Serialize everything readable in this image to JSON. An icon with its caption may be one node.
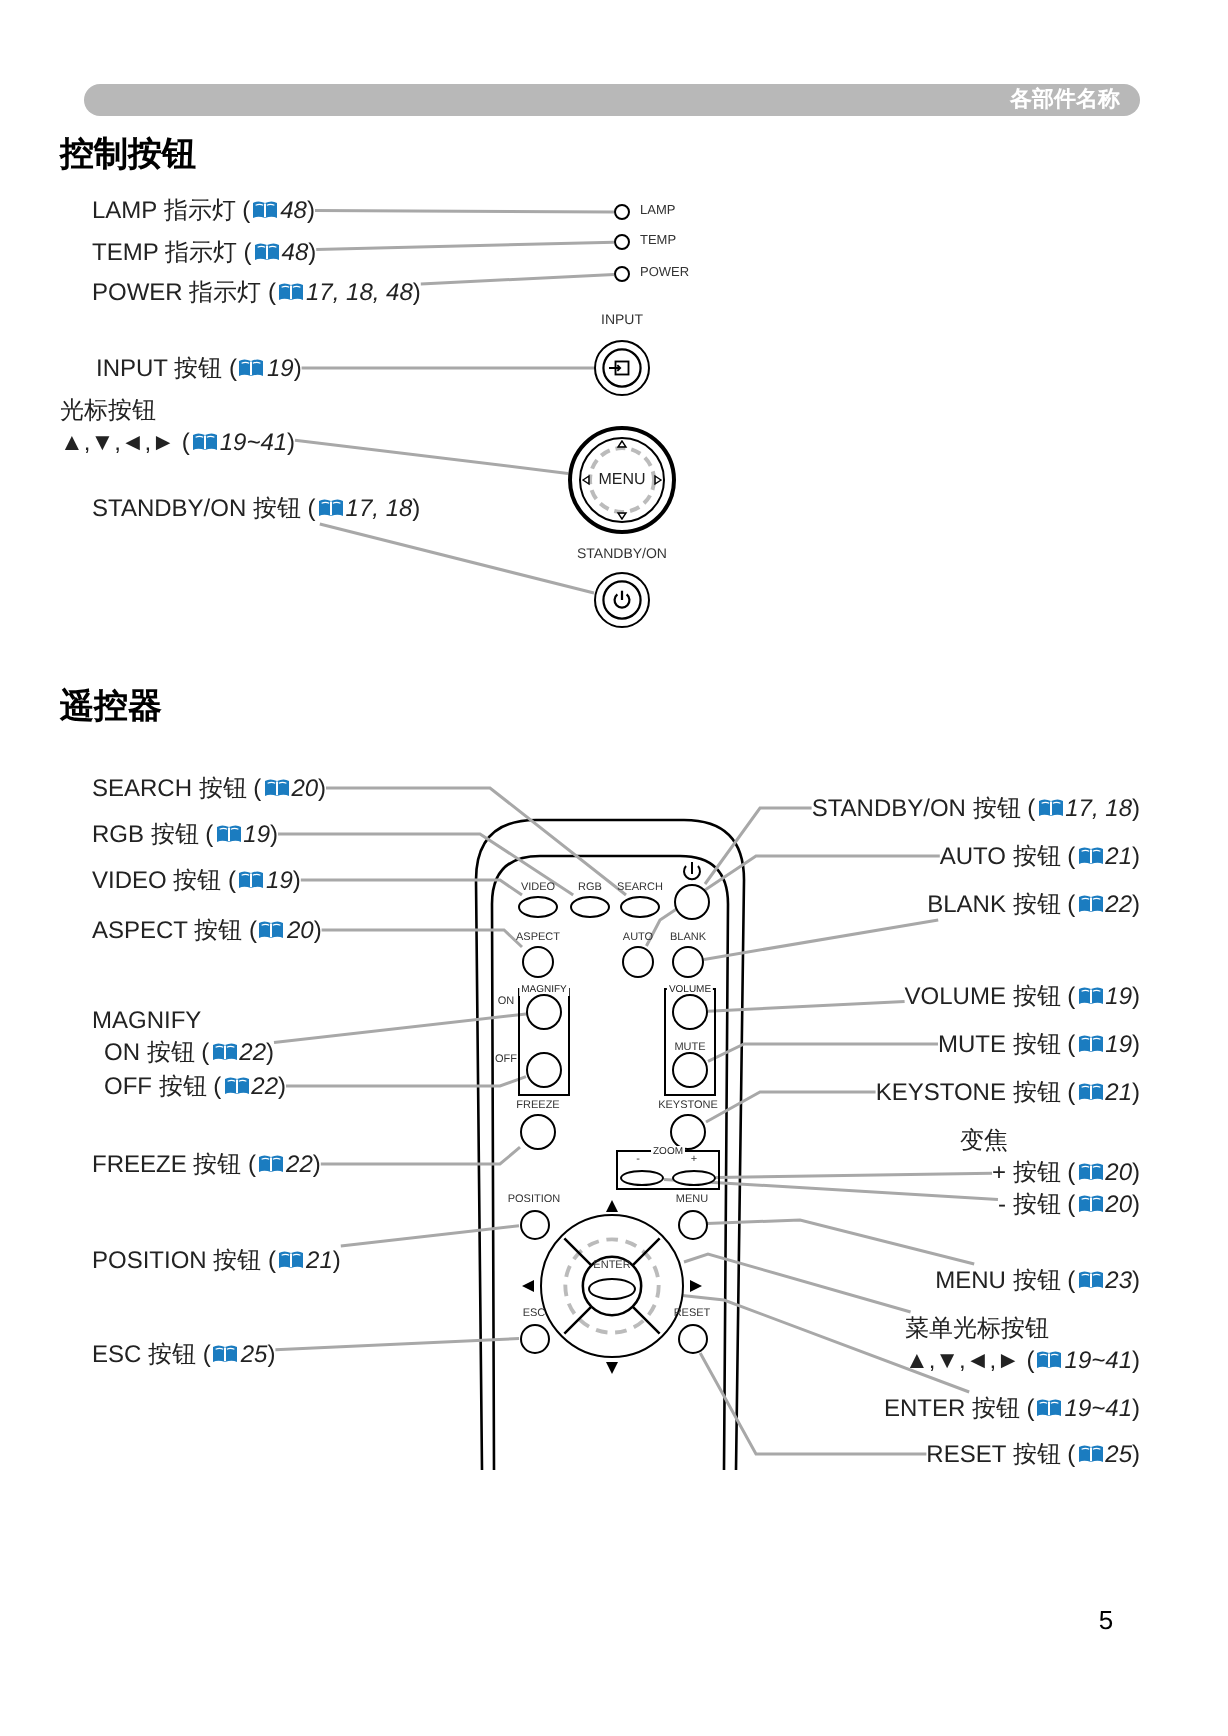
{
  "diagram": {
    "nodes": [
      {
        "text": [
          "LAMP 指示灯 (*48*)"
        ]
      },
      {
        "text": [
          "TEMP 指示灯 (*48*)"
        ]
      },
      {
        "text": [
          "POWER 指示灯 (*17, 18, 48*)"
        ]
      },
      {
        "text": [
          "INPUT 按钮 (*19*)"
        ]
      },
      {
        "text": [
          "光标按钮",
          "▲,▼,◄,► (*19~41*)"
        ]
      },
      {
        "text": [
          "STANDBY/ON 按钮 (*17, 18*)"
        ]
      },
      {
        "text": [],
        "shape": "circle"
      },
      {
        "text": [],
        "shape": "circle"
      },
      {
        "text": [],
        "shape": "circle"
      },
      {
        "text": [],
        "shape": "circle"
      },
      {
        "text": [
          "MENU"
        ]
      },
      {
        "text": [],
        "shape": "circle"
      },
      {
        "text": [
          "SEARCH 按钮 (*20*)"
        ]
      },
      {
        "text": [
          "RGB 按钮 (*19*)"
        ]
      },
      {
        "text": [
          "VIDEO 按钮 (*19*)"
        ]
      },
      {
        "text": [
          "ASPECT 按钮 (*20*)"
        ]
      },
      {
        "text": [
          "ON 按钮 (*22*)"
        ]
      },
      {
        "text": [
          "OFF 按钮 (*22*)"
        ]
      },
      {
        "text": [
          "FREEZE 按钮 (*22*)"
        ]
      },
      {
        "text": [
          "POSITION 按钮 (*21*)"
        ]
      },
      {
        "text": [
          "ESC 按钮 (*25*)"
        ]
      },
      {
        "text": [
          "STANDBY/ON 按钮 (*17, 18*)"
        ]
      },
      {
        "text": [
          "AUTO 按钮 (*21*)"
        ]
      },
      {
        "text": [
          "BLANK 按钮 (*22*)"
        ]
      },
      {
        "text": [
          "VOLUME 按钮 (*19*)"
        ]
      },
      {
        "text": [
          "MUTE 按钮 (*19*)"
        ]
      },
      {
        "text": [
          "KEYSTONE 按钮 (*21*)"
        ]
      },
      {
        "text": [
          "+ 按钮 (*20*)"
        ]
      },
      {
        "text": [
          "- 按钮 (*20*)"
        ]
      },
      {
        "text": [
          "MENU 按钮 (*23*)"
        ]
      },
      {
        "text": [
          "菜单光标按钮",
          "▲,▼,◄,► (*19~41*)"
        ]
      },
      {
        "text": [
          "ENTER 按钮 (*19~41*)"
        ]
      },
      {
        "text": [
          "RESET 按钮 (*25*)"
        ]
      },
      {
        "text": [],
        "shape": "ellipse"
      },
      {
        "text": [],
        "shape": "ellipse"
      },
      {
        "text": [],
        "shape": "ellipse"
      },
      {
        "text": [],
        "shape": "circle"
      },
      {
        "text": [],
        "shape": "circle"
      },
      {
        "text": [],
        "shape": "circle"
      },
      {
        "text": [],
        "shape": "circle"
      },
      {
        "text": [
          "MAGNIFY"
        ]
      },
      {
        "text": [],
        "shape": "circle",
        "in": 40
      },
      {
        "text": [],
        "shape": "circle",
        "in": 40
      },
      {
        "text": [
          "VOLUME"
        ]
      },
      {
        "text": [],
        "shape": "circle",
        "in": 43
      },
      {
        "text": [],
        "shape": "circle",
        "in": 43
      },
      {
        "text": [],
        "shape": "circle"
      },
      {
        "text": [],
        "shape": "circle"
      },
      {
        "text": [
          "ZOOM"
        ]
      },
      {
        "text": [],
        "shape": "ellipse",
        "in": 48
      },
      {
        "text": [],
        "shape": "ellipse",
        "in": 48
      },
      {
        "text": [],
        "shape": "circle"
      },
      {
        "text": [],
        "shape": "circle"
      },
      {
        "text": [],
        "shape": "circle"
      },
      {
        "text": [],
        "shape": "ellipse",
        "in": 53
      },
      {
        "text": [],
        "shape": "circle"
      },
      {
        "text": [],
        "shape": "circle"
      }
    ],
    "edges": [
      {
        "from": 0,
        "to": 6,
        "arrow": "none"
      },
      {
        "from": 1,
        "to": 7,
        "arrow": "none"
      },
      {
        "from": 2,
        "to": 8,
        "arrow": "none"
      },
      {
        "from": 3,
        "to": 9,
        "arrow": "none"
      },
      {
        "from": 4,
        "to": 10,
        "arrow": "none"
      },
      {
        "from": 5,
        "to": 11,
        "arrow": "none"
      },
      {
        "from": 12,
        "to": 35,
        "arrow": "none"
      },
      {
        "from": 13,
        "to": 34,
        "arrow": "none"
      },
      {
        "from": 14,
        "to": 33,
        "arrow": "none"
      },
      {
        "from": 15,
        "to": 37,
        "arrow": "none"
      },
      {
        "from": 16,
        "to": 41,
        "arrow": "none"
      },
      {
        "from": 17,
        "to": 42,
        "arrow": "none"
      },
      {
        "from": 18,
        "to": 46,
        "arrow": "none"
      },
      {
        "from": 19,
        "to": 51,
        "arrow": "none"
      },
      {
        "from": 20,
        "to": 55,
        "arrow": "none"
      },
      {
        "from": 21,
        "to": 36,
        "arrow": "none"
      },
      {
        "from": 22,
        "to": 38,
        "arrow": "none"
      },
      {
        "from": 23,
        "to": 39,
        "arrow": "none"
      },
      {
        "from": 24,
        "to": 44,
        "arrow": "none"
      },
      {
        "from": 25,
        "to": 45,
        "arrow": "none"
      },
      {
        "from": 26,
        "to": 47,
        "arrow": "none"
      },
      {
        "from": 27,
        "to": 50,
        "arrow": "none"
      },
      {
        "from": 28,
        "to": 49,
        "arrow": "none"
      },
      {
        "from": 29,
        "to": 52,
        "arrow": "none"
      },
      {
        "from": 30,
        "to": 53,
        "arrow": "none"
      },
      {
        "from": 31,
        "to": 54,
        "arrow": "none"
      },
      {
        "from": 32,
        "to": 56,
        "arrow": "none"
      }
    ],
    "labels": [
      "各部件名称",
      "控制按钮",
      "LAMP",
      "TEMP",
      "POWER",
      "INPUT",
      "STANDBY/ON",
      "遥控器",
      "VIDEO",
      "RGB",
      "SEARCH",
      "ASPECT",
      "AUTO",
      "BLANK",
      "MAGNIFY",
      "ON",
      "OFF",
      "MUTE",
      "变焦",
      "FREEZE",
      "KEYSTONE",
      "-",
      "+",
      "POSITION",
      "MENU",
      "ENTER",
      "ESC",
      "RESET",
      "5"
    ]
  }
}
